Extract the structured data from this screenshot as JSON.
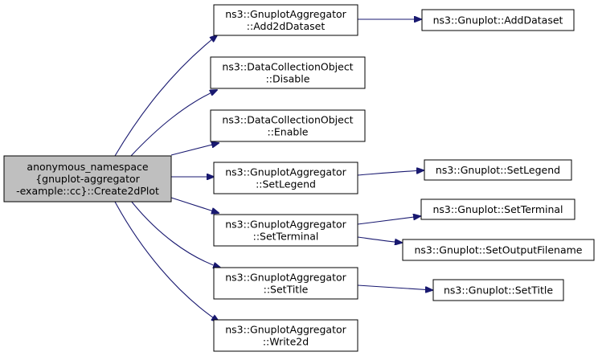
{
  "colors": {
    "edge": "#191970",
    "root_fill": "#bfbfbf",
    "node_fill": "#ffffff",
    "border": "#000000"
  },
  "nodes": {
    "root": {
      "lines": [
        "anonymous_namespace",
        "{gnuplot-aggregator",
        "-example::cc}::Create2dPlot"
      ]
    },
    "add2d": {
      "lines": [
        "ns3::GnuplotAggregator",
        "::Add2dDataset"
      ]
    },
    "disable": {
      "lines": [
        "ns3::DataCollectionObject",
        "::Disable"
      ]
    },
    "enable": {
      "lines": [
        "ns3::DataCollectionObject",
        "::Enable"
      ]
    },
    "setlegend": {
      "lines": [
        "ns3::GnuplotAggregator",
        "::SetLegend"
      ]
    },
    "setterminal": {
      "lines": [
        "ns3::GnuplotAggregator",
        "::SetTerminal"
      ]
    },
    "settitle": {
      "lines": [
        "ns3::GnuplotAggregator",
        "::SetTitle"
      ]
    },
    "write2d": {
      "lines": [
        "ns3::GnuplotAggregator",
        "::Write2d"
      ]
    },
    "g_adddataset": {
      "lines": [
        "ns3::Gnuplot::AddDataset"
      ]
    },
    "g_setlegend": {
      "lines": [
        "ns3::Gnuplot::SetLegend"
      ]
    },
    "g_setterminal": {
      "lines": [
        "ns3::Gnuplot::SetTerminal"
      ]
    },
    "g_setoutput": {
      "lines": [
        "ns3::Gnuplot::SetOutputFilename"
      ]
    },
    "g_settitle": {
      "lines": [
        "ns3::Gnuplot::SetTitle"
      ]
    }
  }
}
